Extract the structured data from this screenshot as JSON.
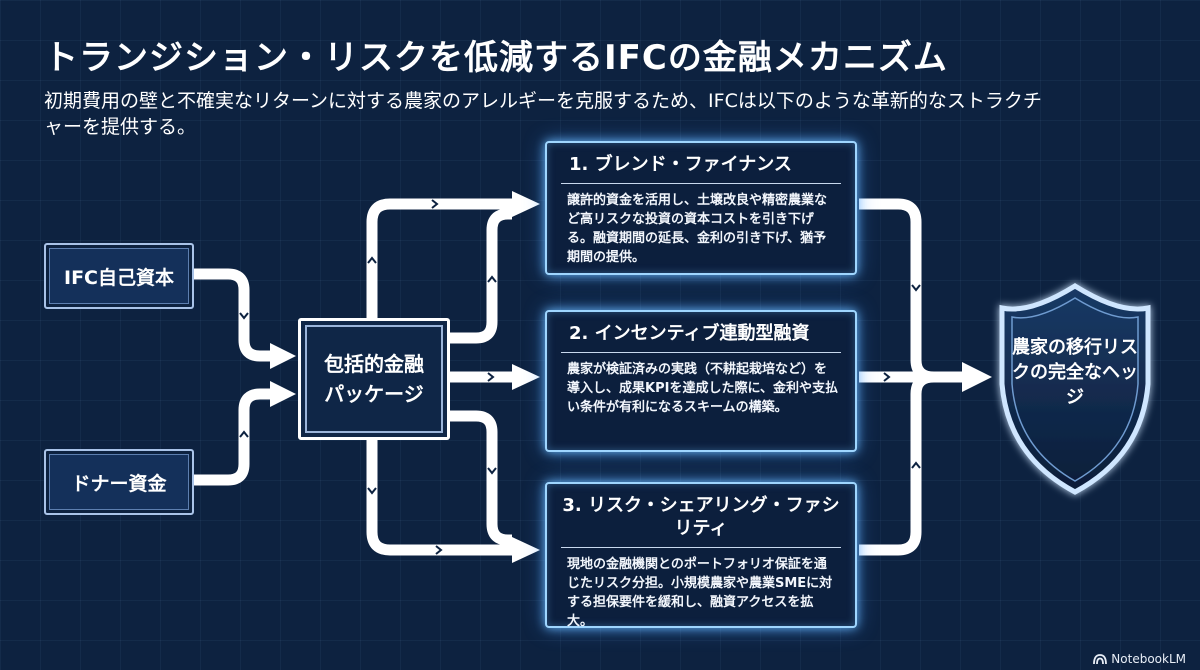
{
  "title": "トランジション・リスクを低減するIFCの金融メカニズム",
  "subtitle": "初期費用の壁と不確実なリターンに対する農家のアレルギーを克服するため、IFCは以下のような革新的なストラクチャーを提供する。",
  "sources": {
    "ifc_equity": "IFC自己資本",
    "donor_funds": "ドナー資金"
  },
  "package": {
    "line1": "包括的金融",
    "line2": "パッケージ"
  },
  "mechanisms": [
    {
      "title": "1. ブレンド・ファイナンス",
      "description": "譲許的資金を活用し、土壌改良や精密農業など高リスクな投資の資本コストを引き下げる。融資期間の延長、金利の引き下げ、猶予期間の提供。"
    },
    {
      "title": "2. インセンティブ連動型融資",
      "description": "農家が検証済みの実践（不耕起栽培など）を導入し、成果KPIを達成した際に、金利や支払い条件が有利になるスキームの構築。"
    },
    {
      "title": "3. リスク・シェアリング・ファシリティ",
      "description": "現地の金融機関とのポートフォリオ保証を通じたリスク分担。小規模農家や農業SMEに対する担保要件を緩和し、融資アクセスを拡大。"
    }
  ],
  "outcome": "農家の移行リスクの完全なヘッジ",
  "footer": "NotebookLM",
  "colors": {
    "background": "#0d2240",
    "glow": "#9fd6ff",
    "arrow": "#ffffff"
  }
}
